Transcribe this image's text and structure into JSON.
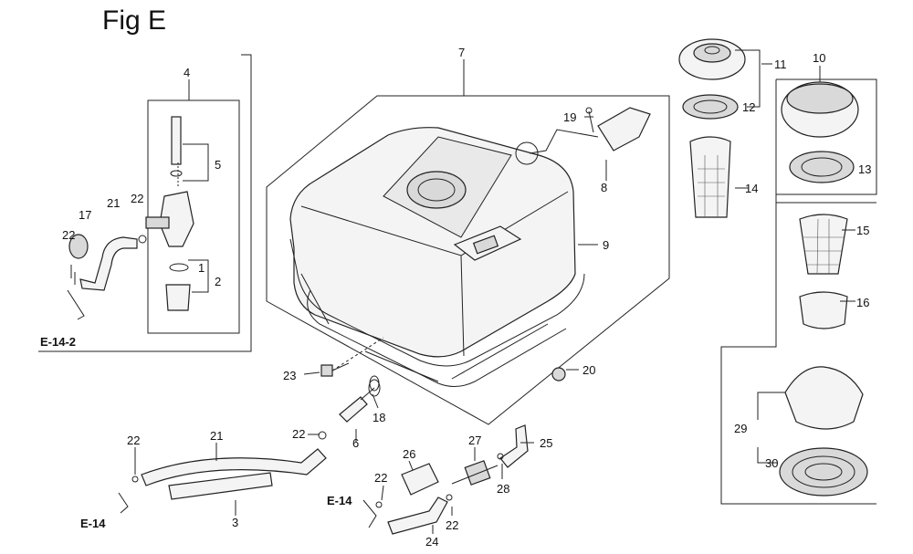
{
  "figure": {
    "title": "Fig E"
  },
  "callouts": {
    "c1": "1",
    "c2": "2",
    "c3": "3",
    "c4": "4",
    "c5": "5",
    "c6": "6",
    "c7": "7",
    "c8": "8",
    "c9": "9",
    "c10": "10",
    "c11": "11",
    "c12": "12",
    "c13": "13",
    "c14": "14",
    "c15": "15",
    "c16": "16",
    "c17": "17",
    "c18": "18",
    "c19": "19",
    "c20": "20",
    "c21a": "21",
    "c21b": "21",
    "c22a": "22",
    "c22b": "22",
    "c22c": "22",
    "c22d": "22",
    "c22e": "22",
    "c22f": "22",
    "c23": "23",
    "c24": "24",
    "c25": "25",
    "c26": "26",
    "c27": "27",
    "c28": "28",
    "c29": "29",
    "c30": "30"
  },
  "references": {
    "r1": "E-14-2",
    "r2": "E-14",
    "r3": "E-14"
  }
}
